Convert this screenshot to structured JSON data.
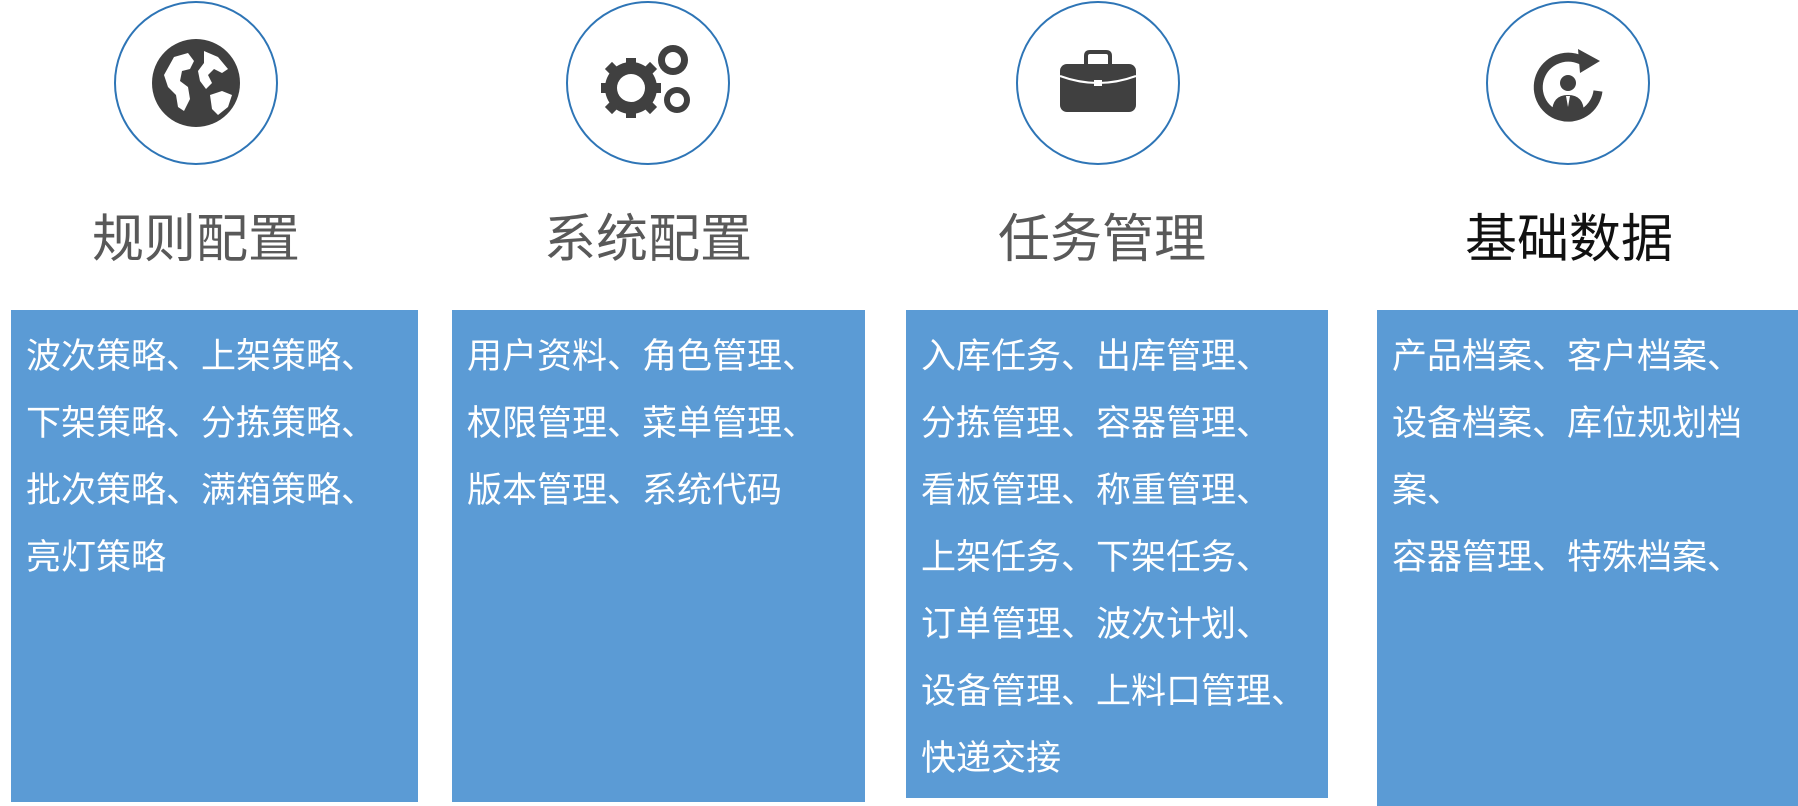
{
  "colors": {
    "circle_border": "#2e75b6",
    "panel_fill": "#5b9bd5",
    "icon_fill": "#404040",
    "title_gray": "#595959",
    "title_dark": "#111111"
  },
  "modules": [
    {
      "icon": "globe-icon",
      "title": "规则配置",
      "lines": [
        "波次策略、上架策略、",
        "下架策略、分拣策略、",
        "批次策略、满箱策略、",
        "亮灯策略"
      ]
    },
    {
      "icon": "gears-icon",
      "title": "系统配置",
      "lines": [
        "用户资料、角色管理、",
        "权限管理、菜单管理、",
        "版本管理、系统代码"
      ]
    },
    {
      "icon": "briefcase-icon",
      "title": "任务管理",
      "lines": [
        "入库任务、出库管理、",
        "分拣管理、容器管理、",
        "看板管理、称重管理、",
        "上架任务、下架任务、",
        "订单管理、波次计划、",
        "设备管理、上料口管理、",
        "快递交接"
      ]
    },
    {
      "icon": "user-refresh-icon",
      "title": "基础数据",
      "lines": [
        "产品档案、客户档案、",
        "设备档案、库位规划档",
        "案、",
        "容器管理、特殊档案、"
      ]
    }
  ]
}
